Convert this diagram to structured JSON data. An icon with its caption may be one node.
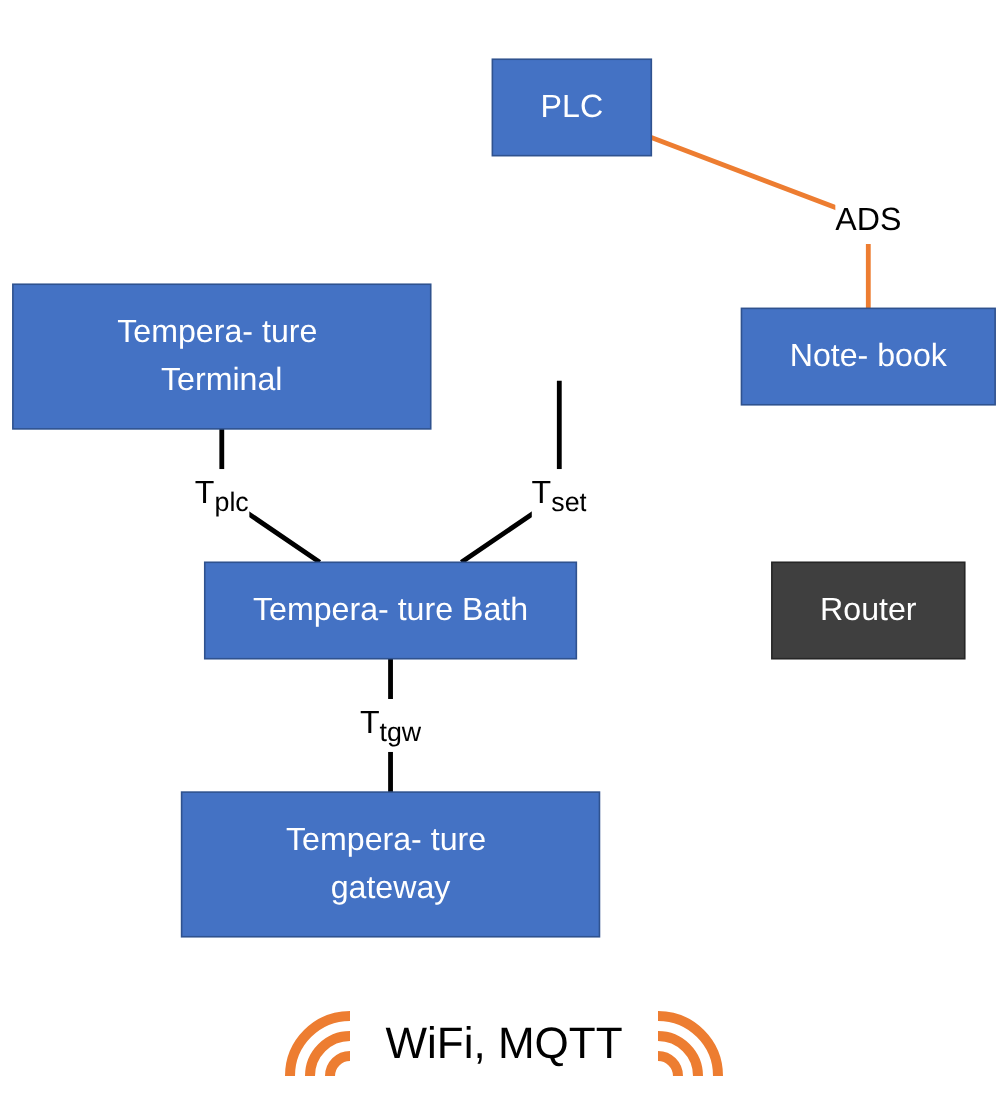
{
  "diagram": {
    "nodes": [
      {
        "text": [
          "PLC"
        ]
      },
      {
        "text": [
          "Tempera- ture Terminal"
        ]
      },
      {
        "text": [
          "Tempera- ture Bath"
        ]
      },
      {
        "text": [
          "Note- book"
        ]
      },
      {
        "text": [
          "Tempera- ture gateway"
        ]
      },
      {
        "text": [
          "Router"
        ]
      }
    ],
    "edges": [
      {
        "from": 1,
        "to": 2,
        "arrow": "none",
        "label": "T$_{plc}$"
      },
      {
        "from": 0,
        "to": 3,
        "arrow": "none",
        "label": "ADS",
        "color": "#ed7d31"
      },
      {
        "from": 2,
        "to": 4,
        "arrow": "none",
        "label": "T$_{tgw}$"
      },
      {
        "from": null,
        "to": 2,
        "arrow": "none",
        "label": "T$_{set}$"
      }
    ],
    "labels": [
      "WiFi, MQTT"
    ]
  }
}
